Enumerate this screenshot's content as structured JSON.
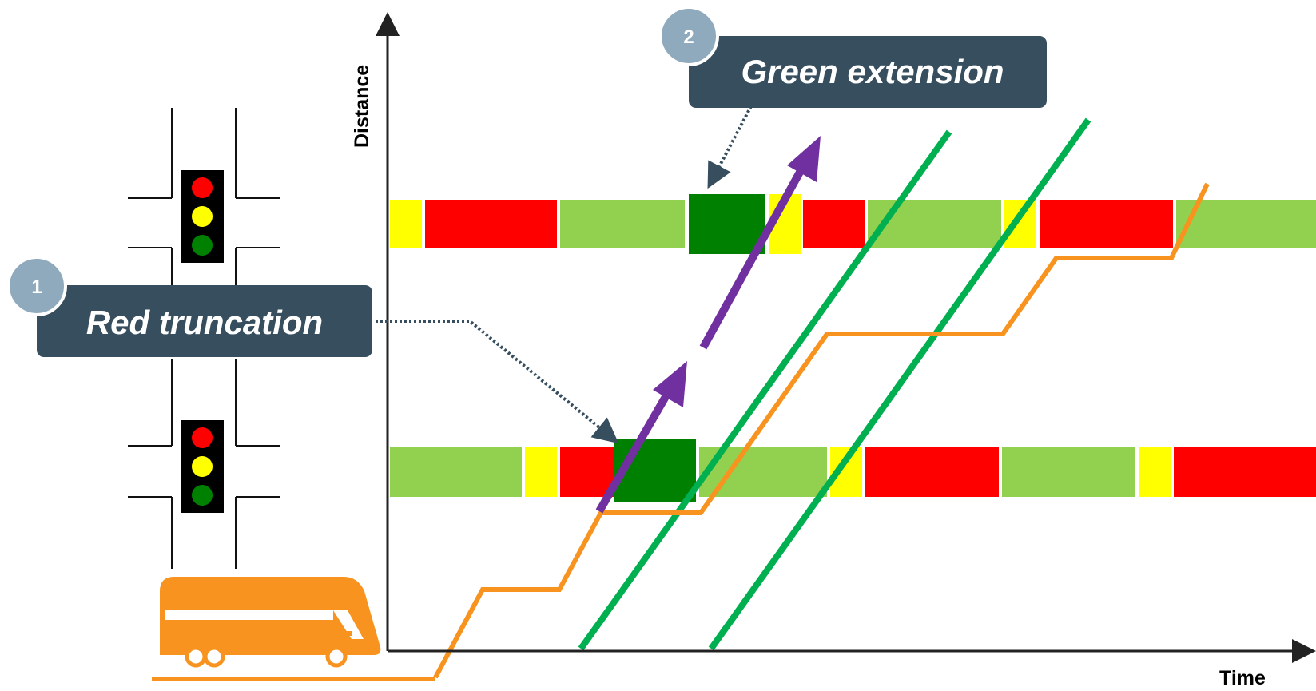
{
  "axes": {
    "y_label": "Distance",
    "x_label": "Time"
  },
  "callouts": [
    {
      "badge": "1",
      "label": "Red truncation"
    },
    {
      "badge": "2",
      "label": "Green extension"
    }
  ],
  "signal_timing": {
    "upstream_signal": [
      "yellow",
      "red",
      "green",
      "green-extension",
      "yellow",
      "red",
      "green",
      "yellow",
      "red",
      "green"
    ],
    "downstream_signal": [
      "green",
      "yellow",
      "red",
      "red-truncation",
      "green",
      "yellow",
      "red",
      "green",
      "yellow",
      "red"
    ]
  },
  "colors": {
    "red": "#ff0000",
    "yellow": "#ffff00",
    "green": "#92d050",
    "priority_green": "#008000",
    "bus": "#f7931e",
    "bus_priority_path": "#7030a0",
    "general_traffic": "#00b050",
    "callout_bg": "#374e5e",
    "badge_bg": "#8faabd"
  },
  "icons": [
    "traffic-light-icon",
    "bus-icon"
  ]
}
